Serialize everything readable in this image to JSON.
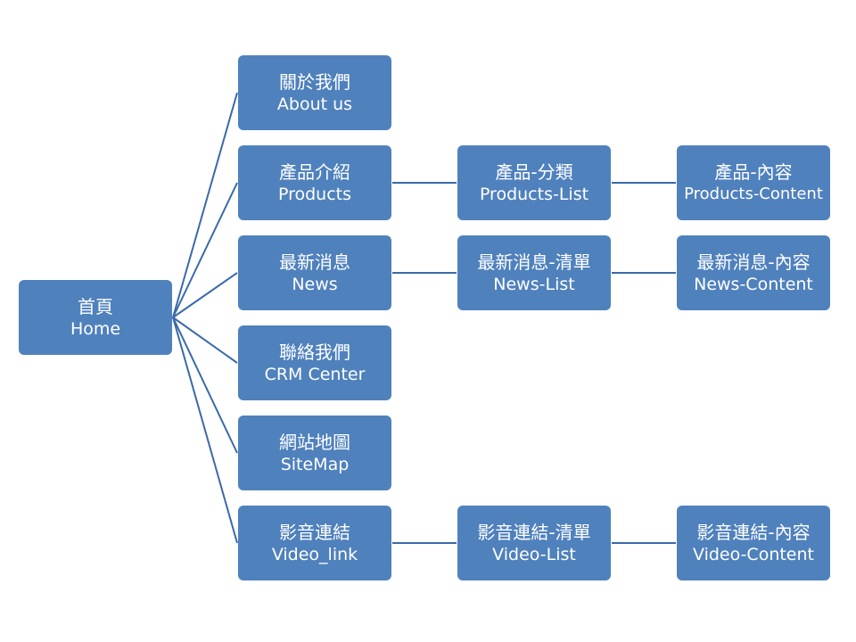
{
  "colors": {
    "node_fill": "#4f81bd",
    "node_text": "#ffffff",
    "connector": "#3a6aa8"
  },
  "nodes": {
    "home": {
      "zh": "首頁",
      "en": "Home"
    },
    "about": {
      "zh": "關於我們",
      "en": "About us"
    },
    "products": {
      "zh": "產品介紹",
      "en": "Products"
    },
    "products_list": {
      "zh": "產品-分類",
      "en": "Products-List"
    },
    "products_content": {
      "zh": "產品-內容",
      "en": "Products-Content"
    },
    "news": {
      "zh": "最新消息",
      "en": "News"
    },
    "news_list": {
      "zh": "最新消息-清單",
      "en": "News-List"
    },
    "news_content": {
      "zh": "最新消息-內容",
      "en": "News-Content"
    },
    "crm": {
      "zh": "聯絡我們",
      "en": "CRM Center"
    },
    "sitemap": {
      "zh": "網站地圖",
      "en": "SiteMap"
    },
    "video": {
      "zh": "影音連結",
      "en": "Video_link"
    },
    "video_list": {
      "zh": "影音連結-清單",
      "en": "Video-List"
    },
    "video_content": {
      "zh": "影音連結-內容",
      "en": "Video-Content"
    }
  }
}
